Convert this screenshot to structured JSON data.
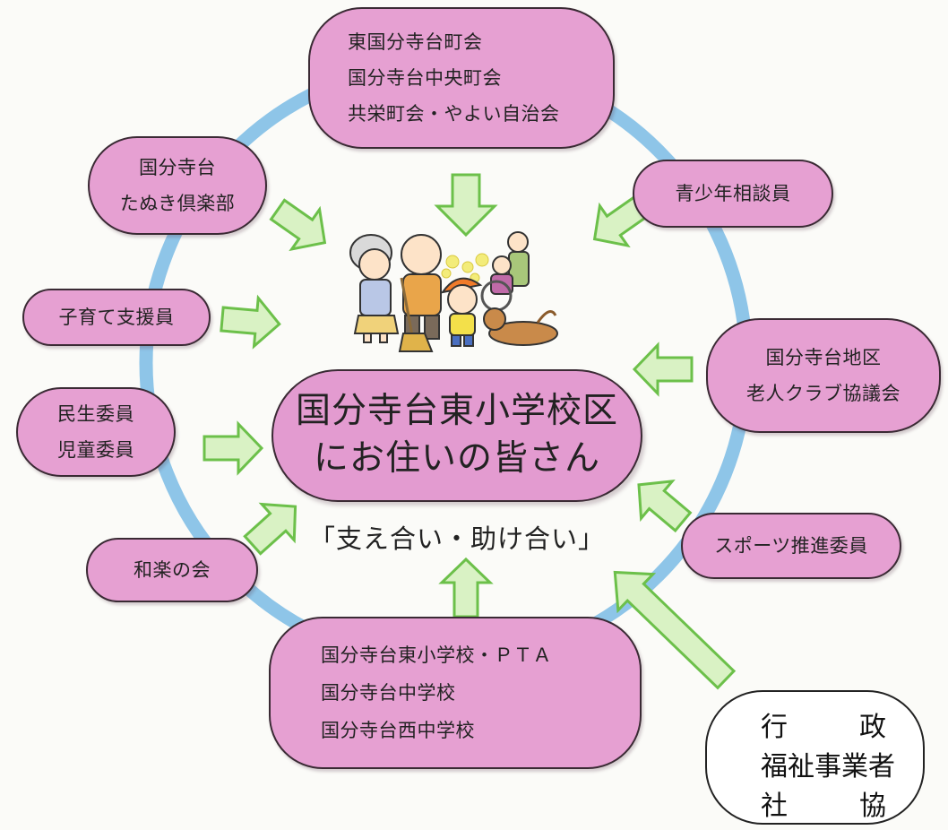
{
  "center": {
    "line1": "国分寺台東小学校区",
    "line2": "にお住いの皆さん"
  },
  "slogan": "「支え合い・助け合い」",
  "groups": {
    "town_councils": [
      "東国分寺台町会",
      "国分寺台中央町会",
      "共栄町会・やよい自治会"
    ],
    "tanuki_club": [
      "国分寺台",
      "たぬき倶楽部"
    ],
    "youth_counselor": [
      "青少年相談員"
    ],
    "childcare_support": [
      "子育て支援員"
    ],
    "welfare_commissioners": [
      "民生委員",
      "児童委員"
    ],
    "senior_club": [
      "国分寺台地区",
      "老人クラブ協議会"
    ],
    "sports_promotion": [
      "スポーツ推進委員"
    ],
    "waraku": [
      "和楽の会"
    ],
    "schools": [
      "国分寺台東小学校・ＰＴＡ",
      "国分寺台中学校",
      "国分寺台西中学校"
    ]
  },
  "partners": {
    "gov_left": "行",
    "gov_right": "政",
    "welfare_providers": "福祉事業者",
    "council_left": "社",
    "council_right": "協"
  },
  "colors": {
    "pill": "#e6a0d2",
    "ring": "#8ec5e8",
    "arrow_fill": "#d9f2c4",
    "arrow_stroke": "#6cc04a"
  }
}
